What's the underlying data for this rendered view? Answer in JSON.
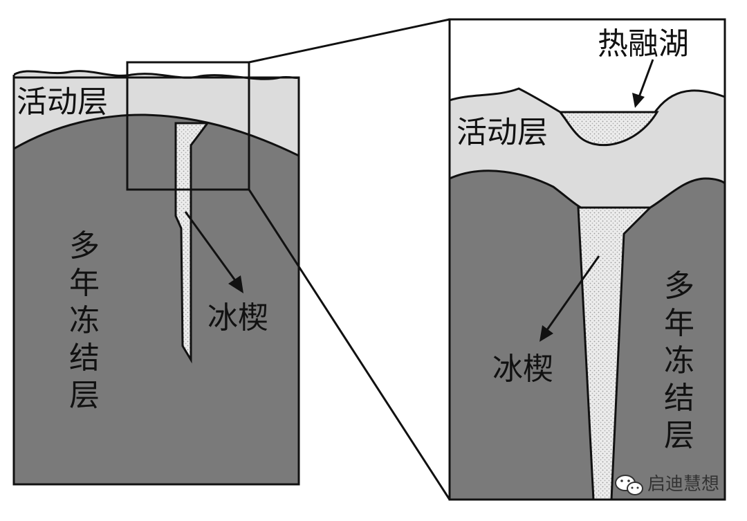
{
  "left_panel": {
    "active_layer_label": "活动层",
    "permafrost_label": [
      "多",
      "年",
      "冻",
      "结",
      "层"
    ],
    "ice_wedge_label": "冰楔"
  },
  "right_panel": {
    "thermokarst_lake_label": "热融湖",
    "active_layer_label": "活动层",
    "ice_wedge_label": "冰楔",
    "permafrost_label": [
      "多",
      "年",
      "冻",
      "结",
      "层"
    ]
  },
  "watermark": {
    "icon": "wechat-icon",
    "text": "启迪慧想"
  },
  "colors": {
    "permafrost": "#7a7a7a",
    "active_layer": "#dcdcdc",
    "ice": "#ececec",
    "outline": "#111111"
  }
}
